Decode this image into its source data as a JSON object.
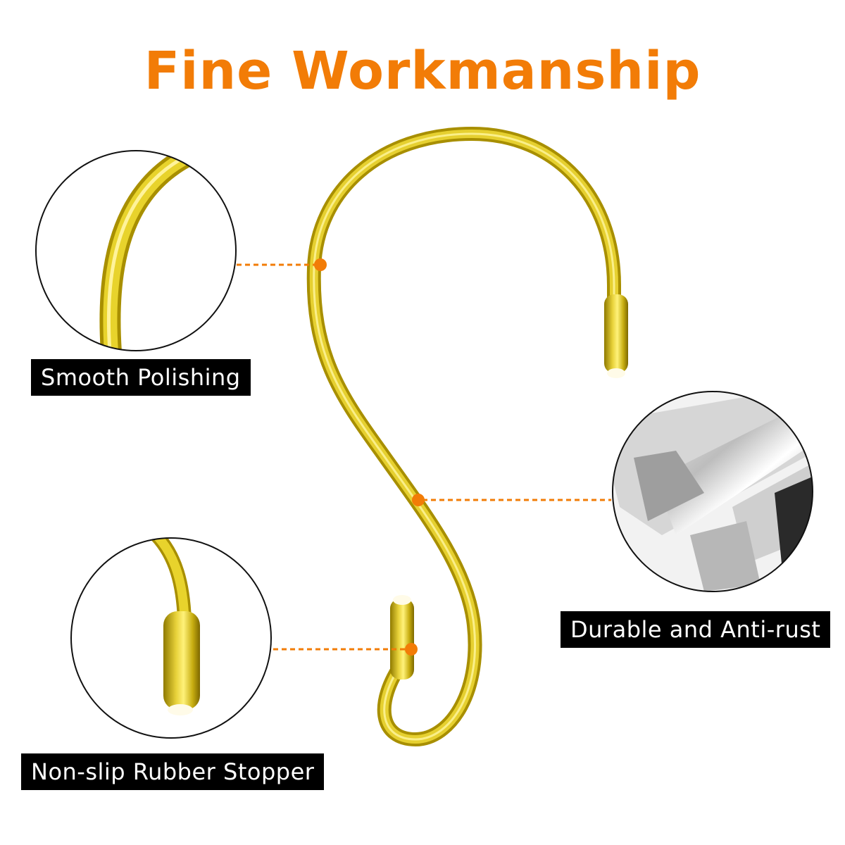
{
  "title": "Fine Workmanship",
  "features": {
    "smooth": "Smooth Polishing",
    "durable": "Durable and Anti-rust",
    "stopper": "Non-slip Rubber Stopper"
  },
  "colors": {
    "accent": "#f27c07",
    "hook_gold": "#d8c21a",
    "label_bg": "#000000"
  }
}
